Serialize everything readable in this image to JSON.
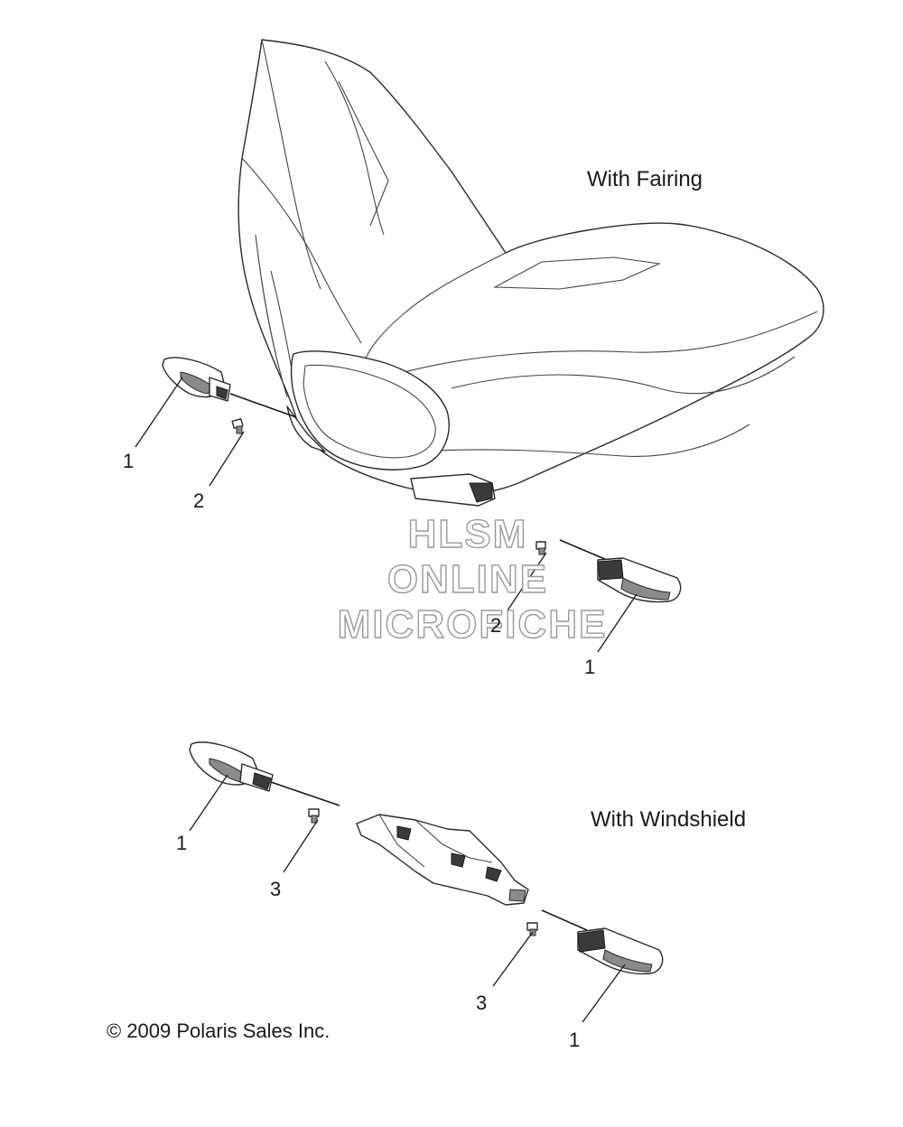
{
  "labels": {
    "with_fairing": "With Fairing",
    "with_windshield": "With Windshield",
    "copyright": "© 2009 Polaris Sales Inc."
  },
  "watermark": {
    "line1": "HLSM",
    "line2": "ONLINE",
    "line3": "MICROFICHE"
  },
  "callouts": {
    "fairing_left_signal": "1",
    "fairing_left_screw": "2",
    "fairing_right_screw": "2",
    "fairing_right_signal": "1",
    "windshield_left_signal": "1",
    "windshield_left_screw": "3",
    "windshield_right_screw": "3",
    "windshield_right_signal": "1"
  },
  "colors": {
    "line": "#1a1a1a",
    "background": "#ffffff",
    "watermark_outline": "#9a9a9a"
  }
}
